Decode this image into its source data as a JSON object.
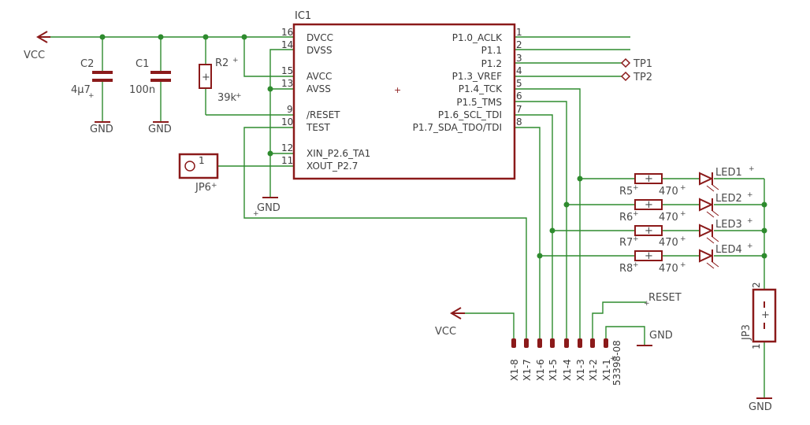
{
  "ic": {
    "name": "IC1",
    "left_pins": [
      {
        "num": "16",
        "name": "DVCC"
      },
      {
        "num": "14",
        "name": "DVSS"
      },
      {
        "num": "15",
        "name": "AVCC"
      },
      {
        "num": "13",
        "name": "AVSS"
      },
      {
        "num": "9",
        "name": "/RESET"
      },
      {
        "num": "10",
        "name": "TEST"
      },
      {
        "num": "12",
        "name": "XIN_P2.6_TA1"
      },
      {
        "num": "11",
        "name": "XOUT_P2.7"
      }
    ],
    "right_pins": [
      {
        "num": "1",
        "name": "P1.0_ACLK"
      },
      {
        "num": "2",
        "name": "P1.1"
      },
      {
        "num": "3",
        "name": "P1.2"
      },
      {
        "num": "4",
        "name": "P1.3_VREF"
      },
      {
        "num": "5",
        "name": "P1.4_TCK"
      },
      {
        "num": "6",
        "name": "P1.5_TMS"
      },
      {
        "num": "7",
        "name": "P1.6_SCL_TDI"
      },
      {
        "num": "8",
        "name": "P1.7_SDA_TDO/TDI"
      }
    ]
  },
  "power": {
    "vcc_left": "VCC",
    "vcc_bottom": "VCC",
    "gnd": "GND",
    "reset": "RESET"
  },
  "caps": [
    {
      "name": "C2",
      "value": "4µ7"
    },
    {
      "name": "C1",
      "value": "100n"
    }
  ],
  "r2": {
    "name": "R2",
    "value": "39k"
  },
  "jumpers": {
    "jp6": "JP6",
    "jp6_pin": "1",
    "jp3": "JP3",
    "jp3_pin_top": "2",
    "jp3_pin_bottom": "1"
  },
  "testpoints": [
    "TP1",
    "TP2"
  ],
  "resistors": [
    {
      "name": "R5",
      "value": "470"
    },
    {
      "name": "R6",
      "value": "470"
    },
    {
      "name": "R7",
      "value": "470"
    },
    {
      "name": "R8",
      "value": "470"
    }
  ],
  "leds": [
    "LED1",
    "LED2",
    "LED3",
    "LED4"
  ],
  "header": {
    "part": "53398-08",
    "pins": [
      "X1-8",
      "X1-7",
      "X1-6",
      "X1-5",
      "X1-4",
      "X1-3",
      "X1-2",
      "X1-1"
    ]
  },
  "colors": {
    "wire": "#2e8b2e",
    "part": "#8b1a1a",
    "text": "#4a4a4a"
  }
}
